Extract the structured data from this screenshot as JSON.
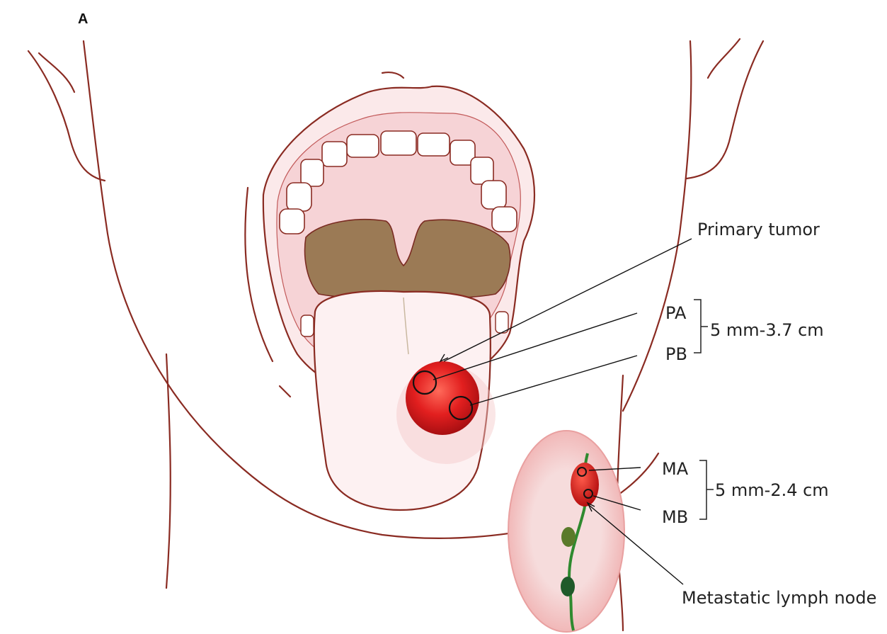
{
  "panel_label": "A",
  "labels": {
    "primary_tumor": "Primary tumor",
    "pa": "PA",
    "pb": "PB",
    "primary_range": "5 mm-3.7 cm",
    "ma": "MA",
    "mb": "MB",
    "metastatic_range": "5 mm-2.4 cm",
    "metastatic_node": "Metastatic lymph node"
  },
  "colors": {
    "outline": "#8a2b22",
    "tumor": "#e02020",
    "throat": "#9b7a55",
    "lymph_chain": "#2f8a2f"
  }
}
